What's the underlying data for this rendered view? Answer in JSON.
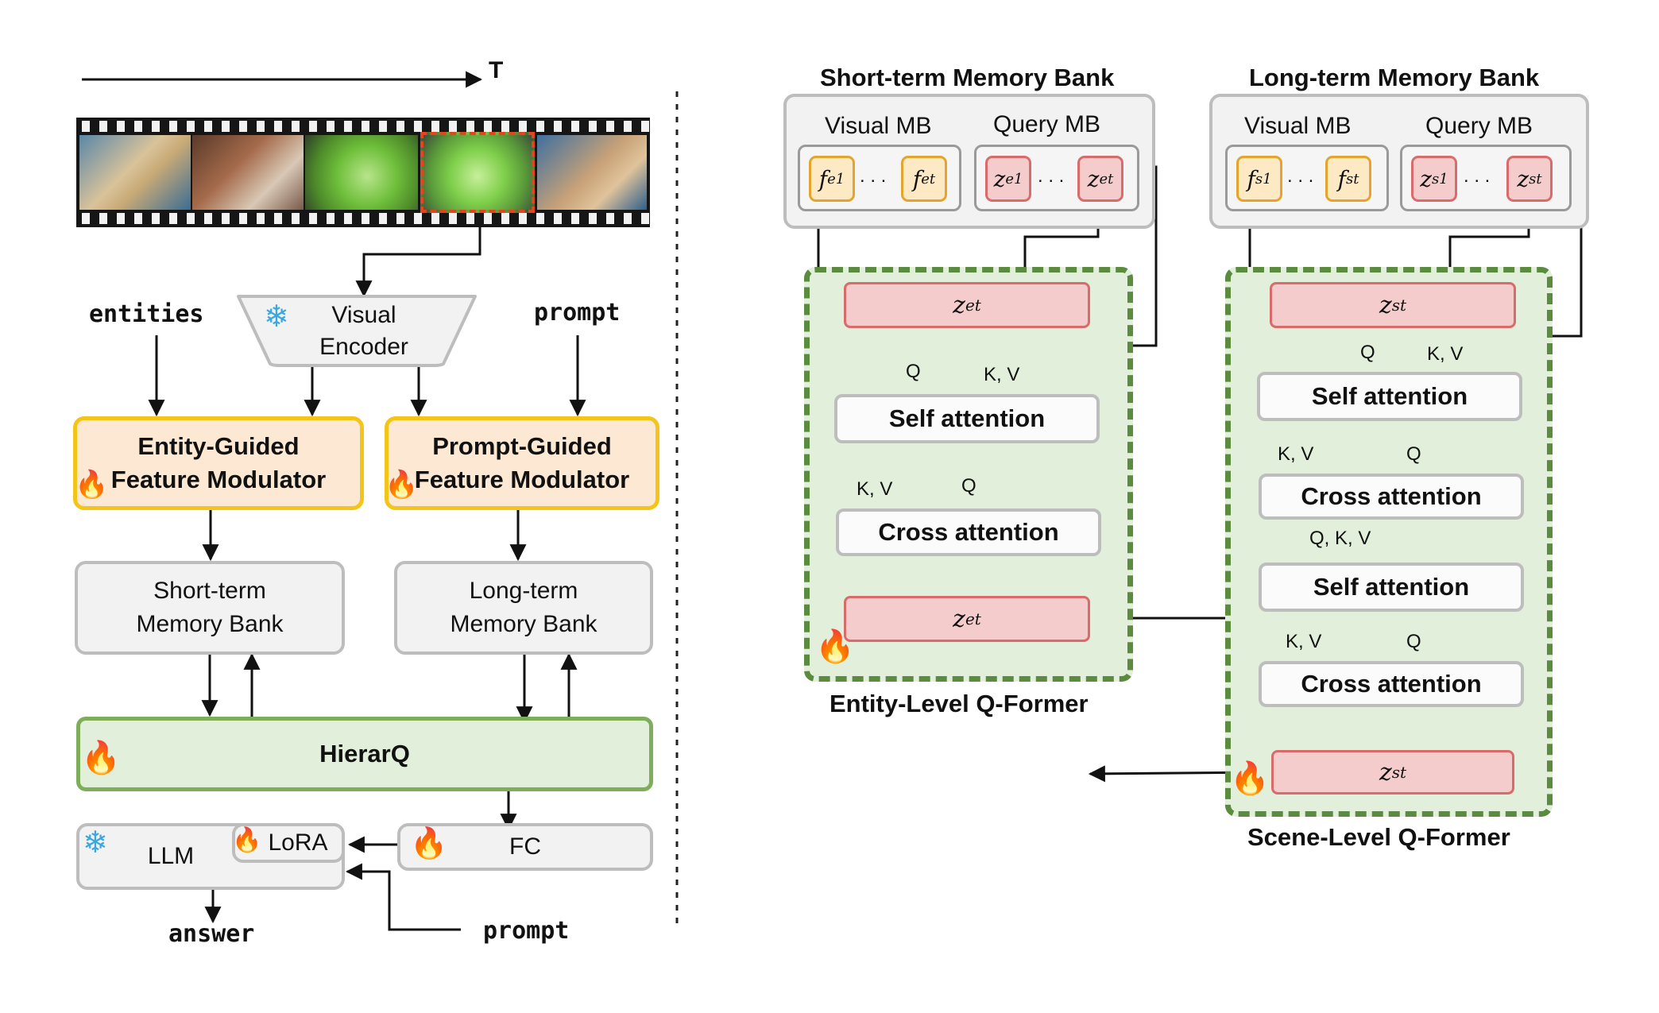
{
  "left": {
    "time_axis": "T",
    "inputs": {
      "entities": "entities",
      "prompt": "prompt",
      "prompt_bottom": "prompt",
      "answer": "answer"
    },
    "visual_encoder": {
      "line1": "Visual",
      "line2": "Encoder"
    },
    "entity_modulator": {
      "line1": "Entity-Guided",
      "line2": "Feature Modulator"
    },
    "prompt_modulator": {
      "line1": "Prompt-Guided",
      "line2": "Feature Modulator"
    },
    "short_term_bank": {
      "line1": "Short-term",
      "line2": "Memory Bank"
    },
    "long_term_bank": {
      "line1": "Long-term",
      "line2": "Memory Bank"
    },
    "hierarq": "HierarQ",
    "llm": "LLM",
    "lora": "LoRA",
    "fc": "FC"
  },
  "right": {
    "short_term_title": "Short-term Memory Bank",
    "long_term_title": "Long-term Memory Bank",
    "visual_mb": "Visual MB",
    "query_mb": "Query MB",
    "entity_former": {
      "title": "Entity-Level Q-Former",
      "self_attention": "Self attention",
      "cross_attention": "Cross attention",
      "q": "Q",
      "kv": "K, V"
    },
    "scene_former": {
      "title": "Scene-Level Q-Former",
      "self_attention": "Self attention",
      "cross_attention": "Cross attention",
      "q": "Q",
      "kv": "K, V",
      "qkv": "Q, K, V"
    },
    "symbols": {
      "f": "f",
      "z": "z",
      "e": "e",
      "s": "s",
      "one": "1",
      "t": "t",
      "dots": ". . ."
    }
  },
  "icons": [
    "snowflake-icon",
    "fire-icon"
  ],
  "colors": {
    "orange_border": "#f4c518",
    "green_border": "#7fae5a",
    "pink": "#f4cccc",
    "yellow_pill": "#fde9c4"
  }
}
